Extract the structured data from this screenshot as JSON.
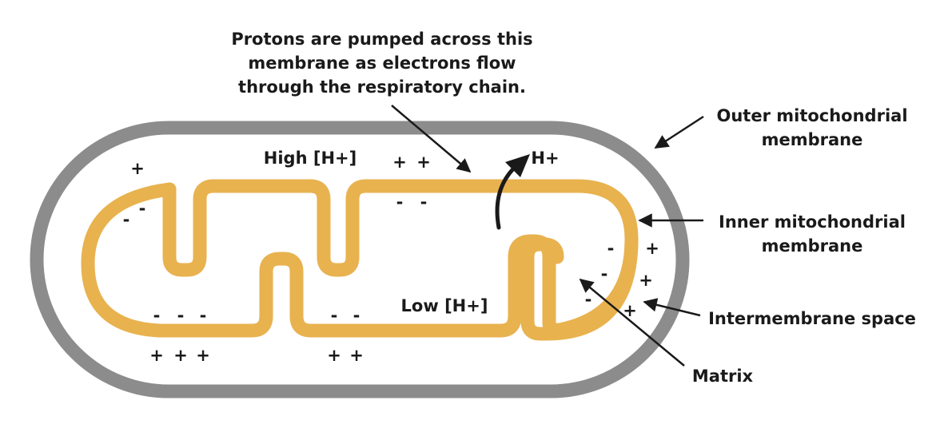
{
  "colors": {
    "outer_membrane": "#8c8c8c",
    "inner_membrane": "#e8b24f",
    "text": "#1a1a1a",
    "background": "#ffffff"
  },
  "labels": {
    "caption": [
      "Protons are pumped across this",
      "membrane as electrons flow",
      "through the respiratory chain."
    ],
    "outer_membrane": [
      "Outer mitochondrial",
      "membrane"
    ],
    "inner_membrane": [
      "Inner mitochondrial",
      "membrane"
    ],
    "intermembrane_space": "Intermembrane space",
    "matrix": "Matrix",
    "high_h": "High [H+]",
    "low_h": "Low [H+]",
    "proton": "H+"
  },
  "charges": {
    "plus": "+",
    "minus": "-"
  }
}
